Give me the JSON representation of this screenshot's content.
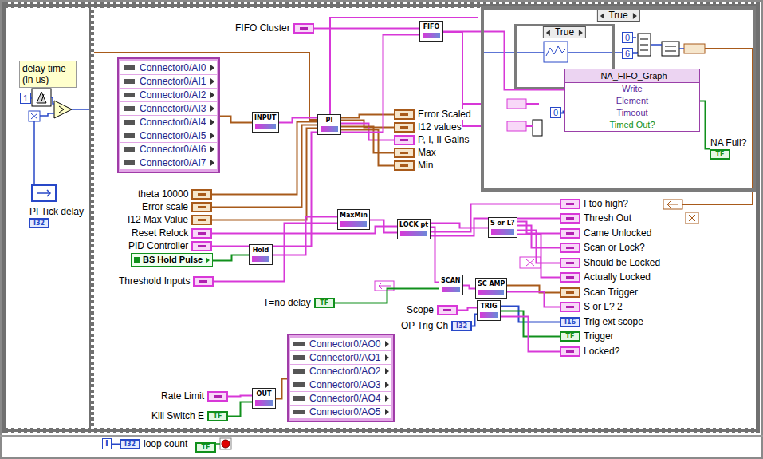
{
  "diagram": {
    "nodes": [
      {
        "text": [
          "delay time (in us)"
        ]
      },
      {
        "text": [
          "1"
        ]
      },
      {
        "text": [
          "PI Tick delay",
          "I32"
        ]
      },
      {
        "text": [
          "FIFO Cluster"
        ]
      },
      {
        "text": [
          "FIFO"
        ]
      },
      {
        "text": [
          "True"
        ]
      },
      {
        "text": [
          "True"
        ],
        "in": 5
      },
      {
        "text": [
          "0"
        ],
        "in": 5
      },
      {
        "text": [
          "6"
        ],
        "in": 5
      },
      {
        "text": [
          "NA_FIFO_Graph",
          "Write",
          "Element",
          "Timeout",
          "Timed Out?"
        ],
        "in": 5
      },
      {
        "text": [
          "0"
        ],
        "in": 5
      },
      {
        "text": [
          "NA Full?",
          "TF"
        ],
        "in": 5
      },
      {
        "text": [
          "Connector0/AI0",
          "Connector0/AI1",
          "Connector0/AI2",
          "Connector0/AI3",
          "Connector0/AI4",
          "Connector0/AI5",
          "Connector0/AI6",
          "Connector0/AI7"
        ]
      },
      {
        "text": [
          "INPUT"
        ]
      },
      {
        "text": [
          "PI"
        ]
      },
      {
        "text": [
          "Error Scaled"
        ]
      },
      {
        "text": [
          "I12 values"
        ]
      },
      {
        "text": [
          "P, I, II Gains"
        ]
      },
      {
        "text": [
          "Max"
        ]
      },
      {
        "text": [
          "Min"
        ]
      },
      {
        "text": [
          "theta 10000"
        ]
      },
      {
        "text": [
          "Error scale"
        ]
      },
      {
        "text": [
          "I12 Max Value"
        ]
      },
      {
        "text": [
          "Reset Relock"
        ]
      },
      {
        "text": [
          "PID Controller"
        ]
      },
      {
        "text": [
          "BS Hold Pulse"
        ]
      },
      {
        "text": [
          "Hold"
        ]
      },
      {
        "text": [
          "Threshold Inputs"
        ]
      },
      {
        "text": [
          "MaxMin"
        ]
      },
      {
        "text": [
          "LOCK pt"
        ]
      },
      {
        "text": [
          "S or L?"
        ]
      },
      {
        "text": [
          "SCAN"
        ]
      },
      {
        "text": [
          "SC AMP"
        ]
      },
      {
        "text": [
          "TRIG"
        ]
      },
      {
        "text": [
          "T=no delay",
          "TF"
        ]
      },
      {
        "text": [
          "Scope"
        ]
      },
      {
        "text": [
          "OP Trig Ch",
          "I32"
        ]
      },
      {
        "text": [
          "I too high?"
        ]
      },
      {
        "text": [
          "Thresh Out"
        ]
      },
      {
        "text": [
          "Came Unlocked"
        ]
      },
      {
        "text": [
          "Scan or Lock?"
        ]
      },
      {
        "text": [
          "Should be Locked"
        ]
      },
      {
        "text": [
          "Actually Locked"
        ]
      },
      {
        "text": [
          "Scan Trigger"
        ]
      },
      {
        "text": [
          "S or L? 2"
        ]
      },
      {
        "text": [
          "Trig ext scope",
          "I16"
        ]
      },
      {
        "text": [
          "Trigger",
          "TF"
        ]
      },
      {
        "text": [
          "Locked?"
        ]
      },
      {
        "text": [
          "Rate Limit"
        ]
      },
      {
        "text": [
          "OUT"
        ]
      },
      {
        "text": [
          "Kill Switch E",
          "TF"
        ]
      },
      {
        "text": [
          "Connector0/AO0",
          "Connector0/AO1",
          "Connector0/AO2",
          "Connector0/AO3",
          "Connector0/AO4",
          "Connector0/AO5"
        ]
      },
      {
        "text": [
          "i"
        ]
      },
      {
        "text": [
          "loop count",
          "I32"
        ]
      },
      {
        "text": [
          "TF"
        ]
      }
    ],
    "edges": [
      {
        "from": 12,
        "to": 13,
        "arrow": "none"
      },
      {
        "from": 13,
        "to": 14,
        "arrow": "none"
      },
      {
        "from": 20,
        "to": 14,
        "arrow": "none"
      },
      {
        "from": 21,
        "to": 14,
        "arrow": "none"
      },
      {
        "from": 22,
        "to": 14,
        "arrow": "none"
      },
      {
        "from": 24,
        "to": 14,
        "arrow": "none"
      },
      {
        "from": 14,
        "to": 15,
        "arrow": "none"
      },
      {
        "from": 14,
        "to": 16,
        "arrow": "none"
      },
      {
        "from": 14,
        "to": 17,
        "arrow": "none"
      },
      {
        "from": 14,
        "to": 18,
        "arrow": "none"
      },
      {
        "from": 14,
        "to": 19,
        "arrow": "none"
      },
      {
        "from": 3,
        "to": 4,
        "arrow": "none"
      },
      {
        "from": 14,
        "to": 4,
        "arrow": "none"
      },
      {
        "from": 4,
        "to": 9,
        "arrow": "none"
      },
      {
        "from": 10,
        "to": 9,
        "arrow": "none"
      },
      {
        "from": 9,
        "to": 11,
        "arrow": "none"
      },
      {
        "from": 25,
        "to": 26,
        "arrow": "none"
      },
      {
        "from": 26,
        "to": 28,
        "arrow": "none"
      },
      {
        "from": 27,
        "to": 28,
        "arrow": "none"
      },
      {
        "from": 23,
        "to": 29,
        "arrow": "none"
      },
      {
        "from": 28,
        "to": 29,
        "arrow": "none"
      },
      {
        "from": 29,
        "to": 30,
        "arrow": "none"
      },
      {
        "from": 29,
        "to": 31,
        "arrow": "none"
      },
      {
        "from": 29,
        "to": 37,
        "arrow": "none"
      },
      {
        "from": 29,
        "to": 38,
        "arrow": "none"
      },
      {
        "from": 30,
        "to": 39,
        "arrow": "none"
      },
      {
        "from": 30,
        "to": 40,
        "arrow": "none"
      },
      {
        "from": 30,
        "to": 41,
        "arrow": "none"
      },
      {
        "from": 30,
        "to": 42,
        "arrow": "none"
      },
      {
        "from": 31,
        "to": 32,
        "arrow": "none"
      },
      {
        "from": 32,
        "to": 43,
        "arrow": "none"
      },
      {
        "from": 32,
        "to": 44,
        "arrow": "none"
      },
      {
        "from": 35,
        "to": 33,
        "arrow": "none"
      },
      {
        "from": 36,
        "to": 33,
        "arrow": "none"
      },
      {
        "from": 33,
        "to": 45,
        "arrow": "none"
      },
      {
        "from": 33,
        "to": 46,
        "arrow": "none"
      },
      {
        "from": 33,
        "to": 47,
        "arrow": "none"
      },
      {
        "from": 48,
        "to": 49,
        "arrow": "none"
      },
      {
        "from": 50,
        "to": 49,
        "arrow": "none"
      },
      {
        "from": 49,
        "to": 51,
        "arrow": "none"
      },
      {
        "from": 52,
        "to": 53,
        "arrow": "none"
      },
      {
        "from": 34,
        "to": 31,
        "arrow": "none"
      }
    ]
  }
}
